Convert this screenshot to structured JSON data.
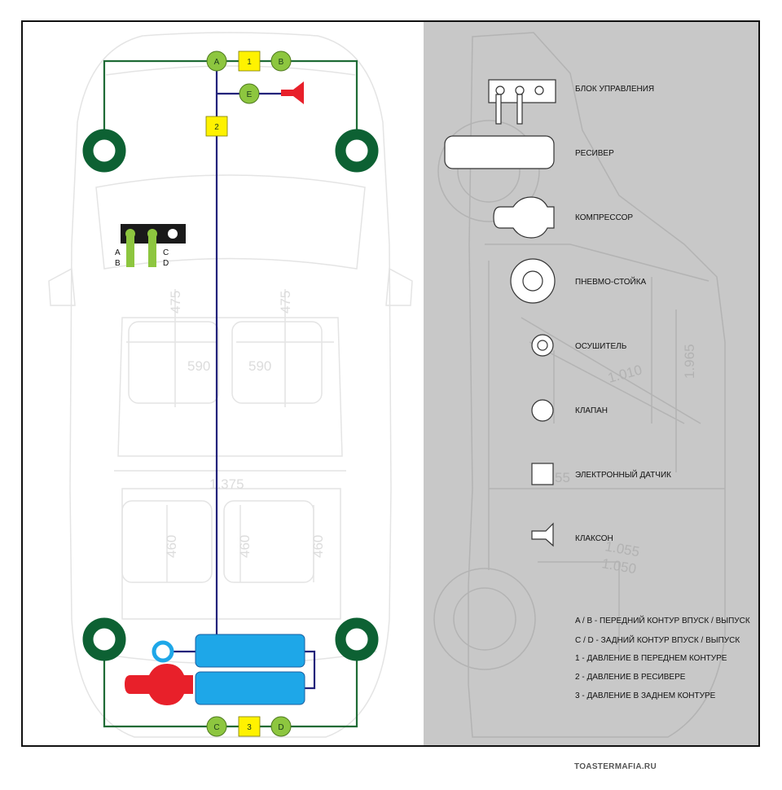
{
  "car": {
    "dims": [
      "475",
      "475",
      "590",
      "590",
      "1.375",
      "460",
      "460",
      "460"
    ]
  },
  "side": {
    "dims": [
      "1.965",
      "1.010",
      "55",
      "1.055",
      "1.050"
    ]
  },
  "nodes": {
    "A": "A",
    "B": "B",
    "C": "C",
    "D": "D",
    "E": "E",
    "s1": "1",
    "s2": "2",
    "s3": "3"
  },
  "control_unit_labels": {
    "a": "A",
    "b": "B",
    "c": "C",
    "d": "D"
  },
  "legend": [
    "БЛОК УПРАВЛЕНИЯ",
    "РЕСИВЕР",
    "КОМПРЕССОР",
    "ПНЕВМО-СТОЙКА",
    "ОСУШИТЕЛЬ",
    "КЛАПАН",
    "ЭЛЕКТРОННЫЙ ДАТЧИК",
    "КЛАКСОН"
  ],
  "notes": [
    "A / B - ПЕРЕДНИЙ КОНТУР ВПУСК / ВЫПУСК",
    "C / D - ЗАДНИЙ КОНТУР ВПУСК / ВЫПУСК",
    "1 - ДАВЛЕНИЕ В ПЕРЕДНЕМ КОНТУРЕ",
    "2 - ДАВЛЕНИЕ В РЕСИВЕРЕ",
    "3 - ДАВЛЕНИЕ В ЗАДНЕМ КОНТУРЕ"
  ],
  "watermark": "TOASTERMAFIA.RU",
  "colors": {
    "line_green": "#1e6b35",
    "line_blue": "#22227a",
    "strut": "#0d6133",
    "node_green": "#8dc63f",
    "sensor_yellow": "#fff200",
    "receiver_blue": "#1ea7e8",
    "horn_red": "#e8202a",
    "panel_gray": "#c8c8c8"
  }
}
